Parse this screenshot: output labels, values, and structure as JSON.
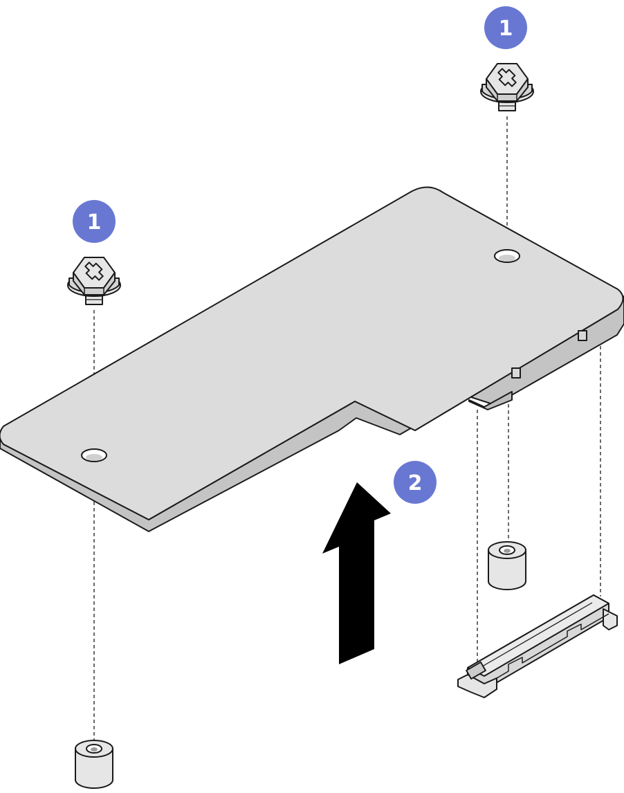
{
  "diagram": {
    "steps": [
      {
        "label": "1",
        "action": "remove-screw"
      },
      {
        "label": "1",
        "action": "remove-screw"
      },
      {
        "label": "2",
        "action": "lift-board"
      }
    ],
    "colors": {
      "callout": "#6878d2",
      "board_fill": "#dcdcdc",
      "board_edge": "#c4c4c4",
      "part_fill": "#e6e6e6",
      "outline": "#1a1a1a",
      "arrow": "#000000"
    },
    "icons": [
      "screw-icon",
      "standoff-icon",
      "connector-icon",
      "lift-arrow-icon"
    ]
  }
}
